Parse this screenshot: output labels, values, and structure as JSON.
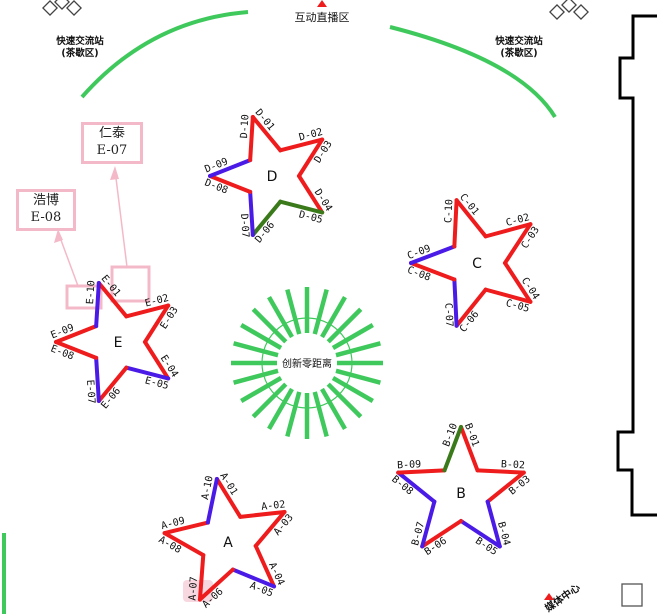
{
  "colors": {
    "red": "#ee1c1c",
    "blue": "#4a1be6",
    "green": "#3b7a1a",
    "arc": "#3fc95c",
    "pink": "#f4b9c8",
    "wall": "#000000"
  },
  "top_label": "互动直播区",
  "bottom_label": "媒体中心",
  "center_label": "创新零距离",
  "lounge_left": {
    "line1": "快速交流站",
    "line2": "(茶歇区)"
  },
  "lounge_right": {
    "line1": "快速交流站",
    "line2": "(茶歇区)"
  },
  "tag_1": {
    "name": "浩博",
    "booth": "E-08"
  },
  "tag_2": {
    "name": "仁泰",
    "booth": "E-07"
  },
  "stars": [
    {
      "id": "D",
      "label": "D",
      "booths": [
        "D-01",
        "D-02",
        "D-03",
        "D-04",
        "D-05",
        "D-06",
        "D-07",
        "D-08",
        "D-09",
        "D-10"
      ],
      "edge_colors": [
        "red",
        "red",
        "red",
        "red",
        "green",
        "green",
        "blue",
        "red",
        "blue",
        "red"
      ]
    },
    {
      "id": "C",
      "label": "C",
      "booths": [
        "C-01",
        "C-02",
        "C-03",
        "C-04",
        "C-05",
        "C-06",
        "C-07",
        "C-08",
        "C-09",
        "C-10"
      ],
      "edge_colors": [
        "red",
        "red",
        "red",
        "red",
        "red",
        "red",
        "blue",
        "red",
        "blue",
        "red"
      ]
    },
    {
      "id": "E",
      "label": "E",
      "booths": [
        "E-01",
        "E-02",
        "E-03",
        "E-04",
        "E-05",
        "E-06",
        "E-07",
        "E-08",
        "E-09",
        "E-10"
      ],
      "edge_colors": [
        "red",
        "red",
        "red",
        "red",
        "blue",
        "red",
        "blue",
        "red",
        "red",
        "blue"
      ]
    },
    {
      "id": "B",
      "label": "B",
      "booths": [
        "B-01",
        "B-02",
        "B-03",
        "B-04",
        "B-05",
        "B-06",
        "B-07",
        "B-08",
        "B-09",
        "B-10"
      ],
      "edge_colors": [
        "red",
        "red",
        "red",
        "blue",
        "blue",
        "red",
        "blue",
        "blue",
        "red",
        "green"
      ]
    },
    {
      "id": "A",
      "label": "A",
      "booths": [
        "A-01",
        "A-02",
        "A-03",
        "A-04",
        "A-05",
        "A-06",
        "A-07",
        "A-08",
        "A-09",
        "A-10"
      ],
      "edge_colors": [
        "red",
        "red",
        "red",
        "red",
        "blue",
        "red",
        "red",
        "red",
        "red",
        "blue"
      ]
    }
  ]
}
